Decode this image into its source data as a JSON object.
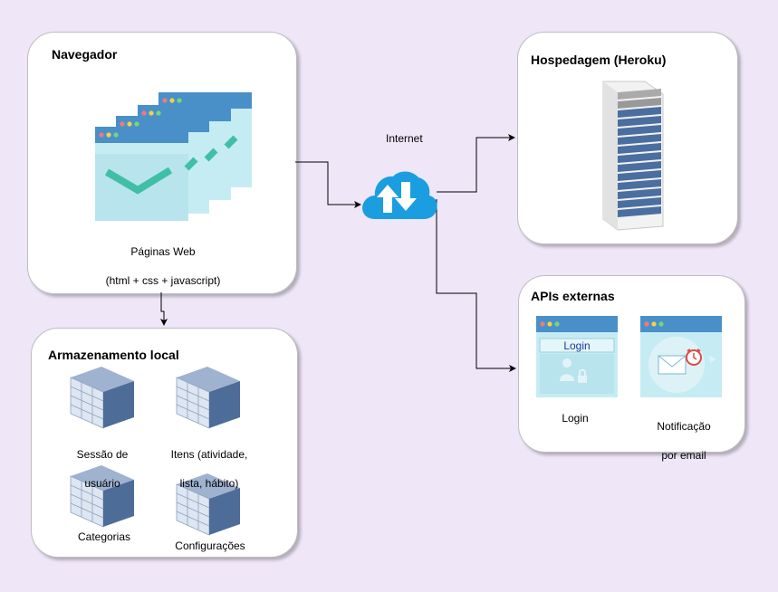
{
  "browser": {
    "title": "Navegador",
    "pages_label": "Páginas Web",
    "pages_sublabel": "(html + css + javascript)"
  },
  "storage": {
    "title": "Armazenamento local",
    "items": [
      {
        "line1": "Sessão de",
        "line2": "usuário"
      },
      {
        "line1": "Itens (atividade,",
        "line2": "lista, hábito)"
      },
      {
        "line1": "Categorias",
        "line2": ""
      },
      {
        "line1": "Configurações",
        "line2": ""
      }
    ]
  },
  "internet": {
    "label": "Internet"
  },
  "hosting": {
    "title": "Hospedagem (Heroku)"
  },
  "apis": {
    "title": "APIs externas",
    "login_window_title": "Login",
    "login_label": "Login",
    "notification_line1": "Notificação",
    "notification_line2": "por email"
  },
  "colors": {
    "background": "#efe6f8",
    "window_bar": "#4a90c8",
    "window_body": "#c6ecf3",
    "check": "#40bfa6",
    "cloud": "#1a9ee0",
    "server": "#4a6ea0"
  }
}
